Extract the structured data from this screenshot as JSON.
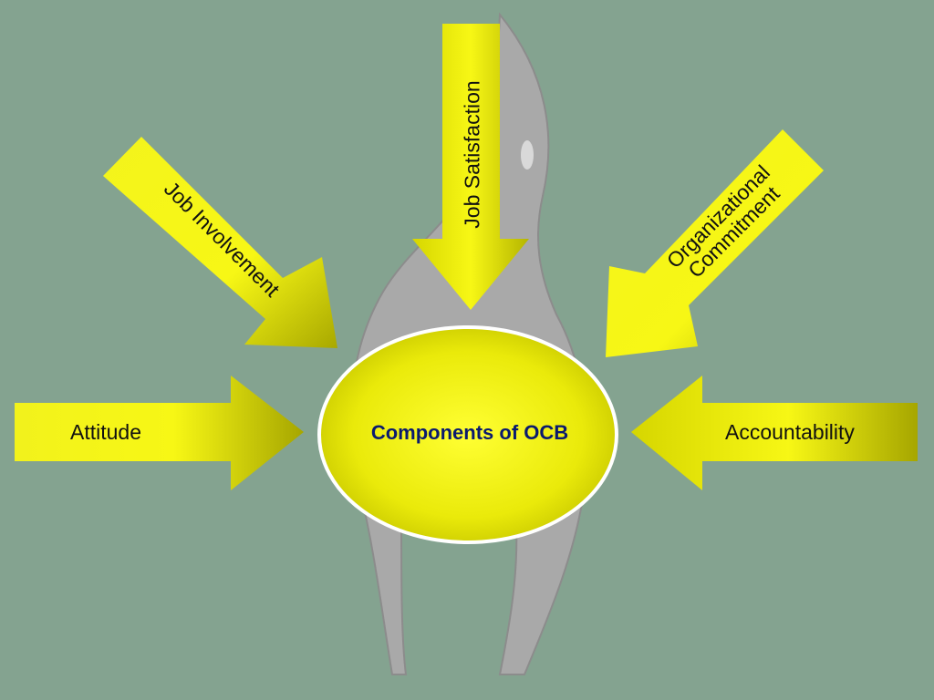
{
  "colors": {
    "background": "#84a390",
    "arrow_fill_light": "#f5f51a",
    "arrow_fill_dark": "#a8a800",
    "ellipse_fill": "#eeee10",
    "ellipse_border": "#ffffff",
    "silhouette": "#a9a9a9",
    "center_text": "#0a1a6e"
  },
  "diagram": {
    "center": {
      "label": "Components of OCB"
    },
    "components": [
      {
        "id": "attitude",
        "label": "Attitude"
      },
      {
        "id": "job_involvement",
        "label": "Job Involvement"
      },
      {
        "id": "job_satisfaction",
        "label": "Job Satisfaction"
      },
      {
        "id": "organizational_commitment",
        "label_lines": [
          "Organizational",
          "Commitment"
        ]
      },
      {
        "id": "accountability",
        "label": "Accountability"
      }
    ]
  }
}
